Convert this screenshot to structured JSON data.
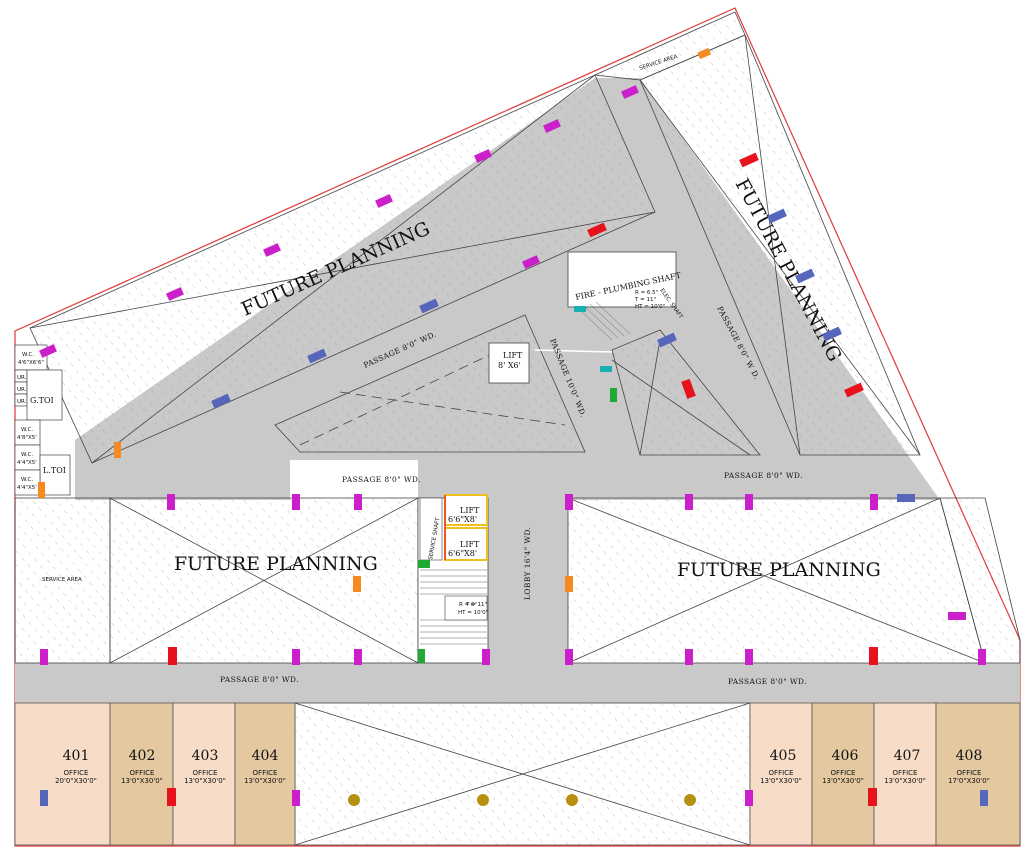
{
  "future_planning": [
    "FUTURE PLANNING",
    "FUTURE PLANNING",
    "FUTURE PLANNING",
    "FUTURE PLANNING"
  ],
  "service_area": [
    "SERVICE AREA",
    "SERVICE AREA"
  ],
  "passages": {
    "diag_left": "PASSAGE 8'0\" WD.",
    "diag_center": "PASSAGE 10'0\" WD.",
    "diag_right": "PASSAGE 8'0\" W D.",
    "mid_left": "PASSAGE 8'0\" WD.",
    "mid_right": "PASSAGE 8'0\" WD.",
    "bottom_left": "PASSAGE 8'0\" WD.",
    "bottom_right": "PASSAGE 8'0\" WD.",
    "lobby": "LOBBY 16'4\" WD."
  },
  "lifts": [
    {
      "name": "LIFT",
      "size": "8' X6'"
    },
    {
      "name": "LIFT",
      "size": "6'6\"X8'"
    },
    {
      "name": "LIFT",
      "size": "6'6\"X8'"
    }
  ],
  "shafts": {
    "fire": "FIRE - PLUMBING SHAFT",
    "elec": "ELEC. SHAFT",
    "service": "SERVICE SHAFT"
  },
  "stair_notes": [
    "R = 6.5\"",
    "T = 11\"",
    "HT = 10'0\""
  ],
  "stair_note_2": [
    "R = 6\"",
    "T = 11\"",
    "HT = 10'0\""
  ],
  "toilets": {
    "wc1": {
      "name": "W.C.",
      "size": "4'6\"X6'6\""
    },
    "ur": [
      "UR.",
      "UR.",
      "UR."
    ],
    "gtoi": "G.TOI",
    "wc2": {
      "name": "W.C.",
      "size": "4'8\"X5'"
    },
    "wc3": {
      "name": "W.C.",
      "size": "4'4\"X5'"
    },
    "wc4": {
      "name": "W.C.",
      "size": "4'4\"X5'"
    },
    "ltoi": "L.TOI"
  },
  "offices": [
    {
      "number": "401",
      "label": "OFFICE",
      "size": "20'0\"X30'0\"",
      "color": "#f7ddc7"
    },
    {
      "number": "402",
      "label": "OFFICE",
      "size": "13'0\"X30'0\"",
      "color": "#e4c8a0"
    },
    {
      "number": "403",
      "label": "OFFICE",
      "size": "13'0\"X30'0\"",
      "color": "#f7ddc7"
    },
    {
      "number": "404",
      "label": "OFFICE",
      "size": "13'0\"X30'0\"",
      "color": "#e4c8a0"
    },
    {
      "number": "405",
      "label": "OFFICE",
      "size": "13'0\"X30'0\"",
      "color": "#f7ddc7"
    },
    {
      "number": "406",
      "label": "OFFICE",
      "size": "13'0\"X30'0\"",
      "color": "#e4c8a0"
    },
    {
      "number": "407",
      "label": "OFFICE",
      "size": "13'0\"X30'0\"",
      "color": "#f7ddc7"
    },
    {
      "number": "408",
      "label": "OFFICE",
      "size": "17'0\"X30'0\"",
      "color": "#e4c8a0"
    }
  ],
  "colors": {
    "passage": "#c9c9c9",
    "boundary": "#e03a3a",
    "column_magenta": "#cc1fcc",
    "column_blue": "#5566bb",
    "column_red": "#e8121c",
    "column_orange": "#f58a1f",
    "column_gold": "#b8900f"
  }
}
